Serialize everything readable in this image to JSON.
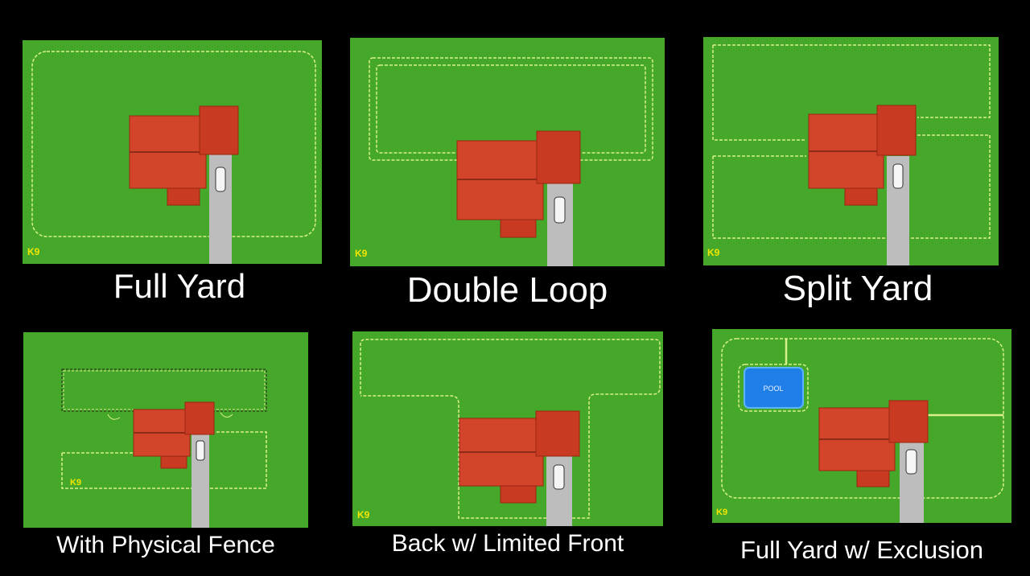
{
  "colors": {
    "background": "#000000",
    "grass": "#46a82a",
    "wire": "#d8f08a",
    "roof": "#c83a22",
    "driveway": "#bdbdbd",
    "pool": "#1f7ee8",
    "logo": "#f2e500"
  },
  "panels": [
    {
      "id": "full-yard",
      "caption": "Full Yard",
      "logo": "K9"
    },
    {
      "id": "double-loop",
      "caption": "Double Loop",
      "logo": "K9"
    },
    {
      "id": "split-yard",
      "caption": "Split Yard",
      "logo": "K9"
    },
    {
      "id": "physical-fence",
      "caption": "With Physical Fence",
      "logo": "K9"
    },
    {
      "id": "back-limited-front",
      "caption": "Back w/ Limited Front",
      "logo": "K9"
    },
    {
      "id": "full-yard-exclusion",
      "caption": "Full Yard w/ Exclusion",
      "logo": "K9",
      "pool_label": "POOL"
    }
  ]
}
